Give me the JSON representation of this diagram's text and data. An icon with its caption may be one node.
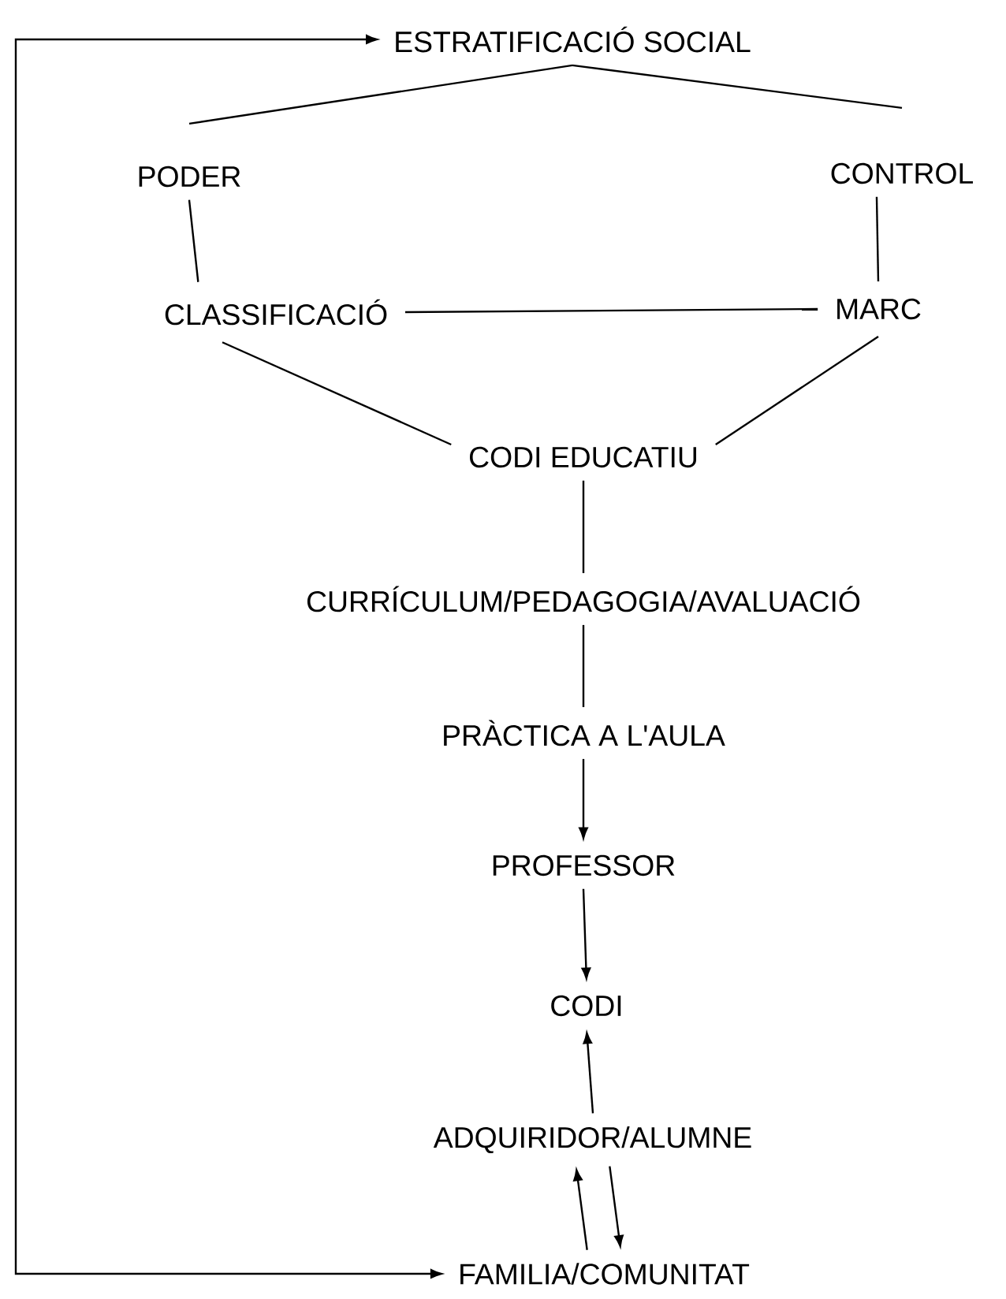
{
  "diagram": {
    "nodes": [
      {
        "text": [
          "ESTRATIFICACIÓ SOCIAL"
        ]
      },
      {
        "text": [
          "PODER"
        ]
      },
      {
        "text": [
          "CONTROL"
        ]
      },
      {
        "text": [
          "CLASSIFICACIÓ"
        ]
      },
      {
        "text": [
          "MARC"
        ]
      },
      {
        "text": [
          "CODI EDUCATIU"
        ]
      },
      {
        "text": [
          "CURRÍCULUM/PEDAGOGIA/AVALUACIÓ"
        ]
      },
      {
        "text": [
          "PRÀCTICA A L'AULA"
        ]
      },
      {
        "text": [
          "PROFESSOR"
        ]
      },
      {
        "text": [
          "CODI"
        ]
      },
      {
        "text": [
          "ADQUIRIDOR/ALUMNE"
        ]
      },
      {
        "text": [
          "FAMILIA/COMUNITAT"
        ]
      }
    ],
    "edges": [
      {
        "from": 0,
        "to": 1,
        "arrow": "none"
      },
      {
        "from": 0,
        "to": 2,
        "arrow": "none"
      },
      {
        "from": 1,
        "to": 3,
        "arrow": "none"
      },
      {
        "from": 2,
        "to": 4,
        "arrow": "none"
      },
      {
        "from": 3,
        "to": 4,
        "arrow": "none"
      },
      {
        "from": 3,
        "to": 5,
        "arrow": "none"
      },
      {
        "from": 4,
        "to": 5,
        "arrow": "none"
      },
      {
        "from": 5,
        "to": 6,
        "arrow": "none"
      },
      {
        "from": 6,
        "to": 7,
        "arrow": "none"
      },
      {
        "from": 7,
        "to": 8,
        "arrow": "to"
      },
      {
        "from": 8,
        "to": 9,
        "arrow": "to"
      },
      {
        "from": 10,
        "to": 9,
        "arrow": "to"
      },
      {
        "from": 11,
        "to": 10,
        "arrow": "to"
      },
      {
        "from": 10,
        "to": 11,
        "arrow": "to"
      },
      {
        "from": 11,
        "to": 0,
        "arrow": "both"
      }
    ]
  }
}
